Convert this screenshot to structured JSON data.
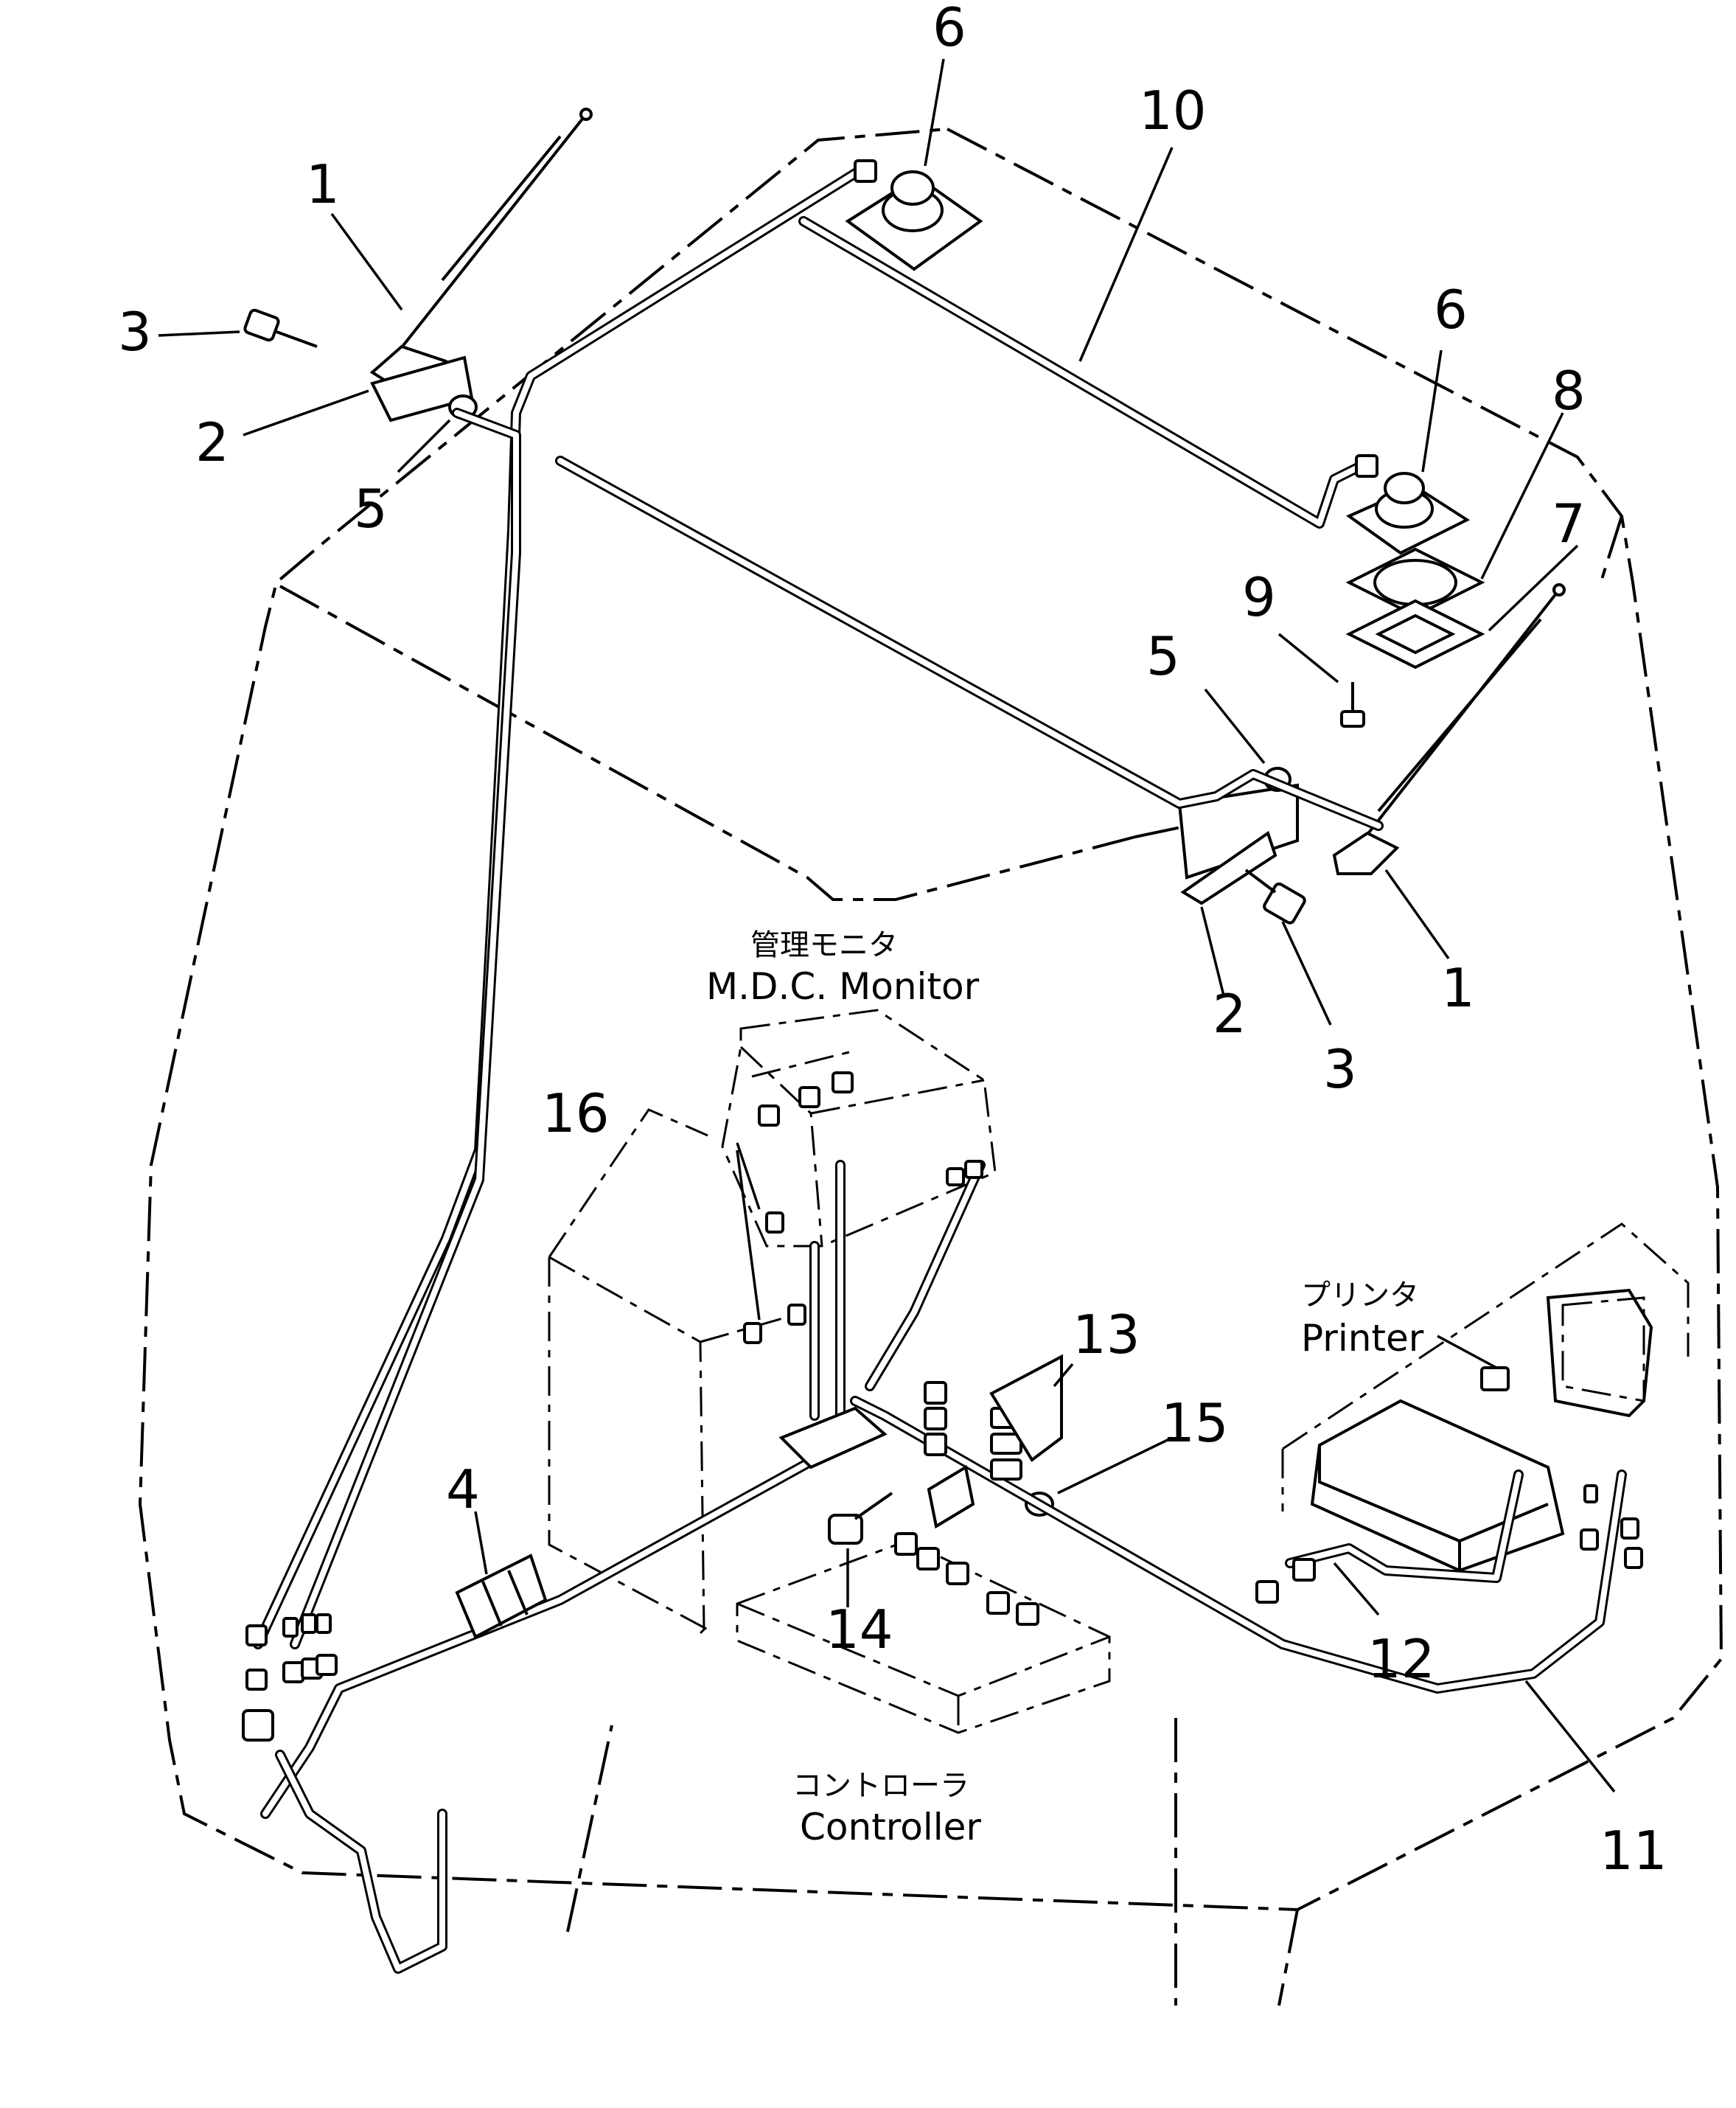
{
  "callouts": [
    "1",
    "1",
    "2",
    "2",
    "3",
    "3",
    "4",
    "5",
    "5",
    "6",
    "6",
    "7",
    "8",
    "9",
    "10",
    "11",
    "12",
    "13",
    "14",
    "15",
    "16"
  ],
  "labels": {
    "monitor_jp": "管理モニタ",
    "monitor_en": "M.D.C. Monitor",
    "printer_jp": "プリンタ",
    "printer_en": "Printer",
    "controller_jp": "コントローラ",
    "controller_en": "Controller"
  }
}
